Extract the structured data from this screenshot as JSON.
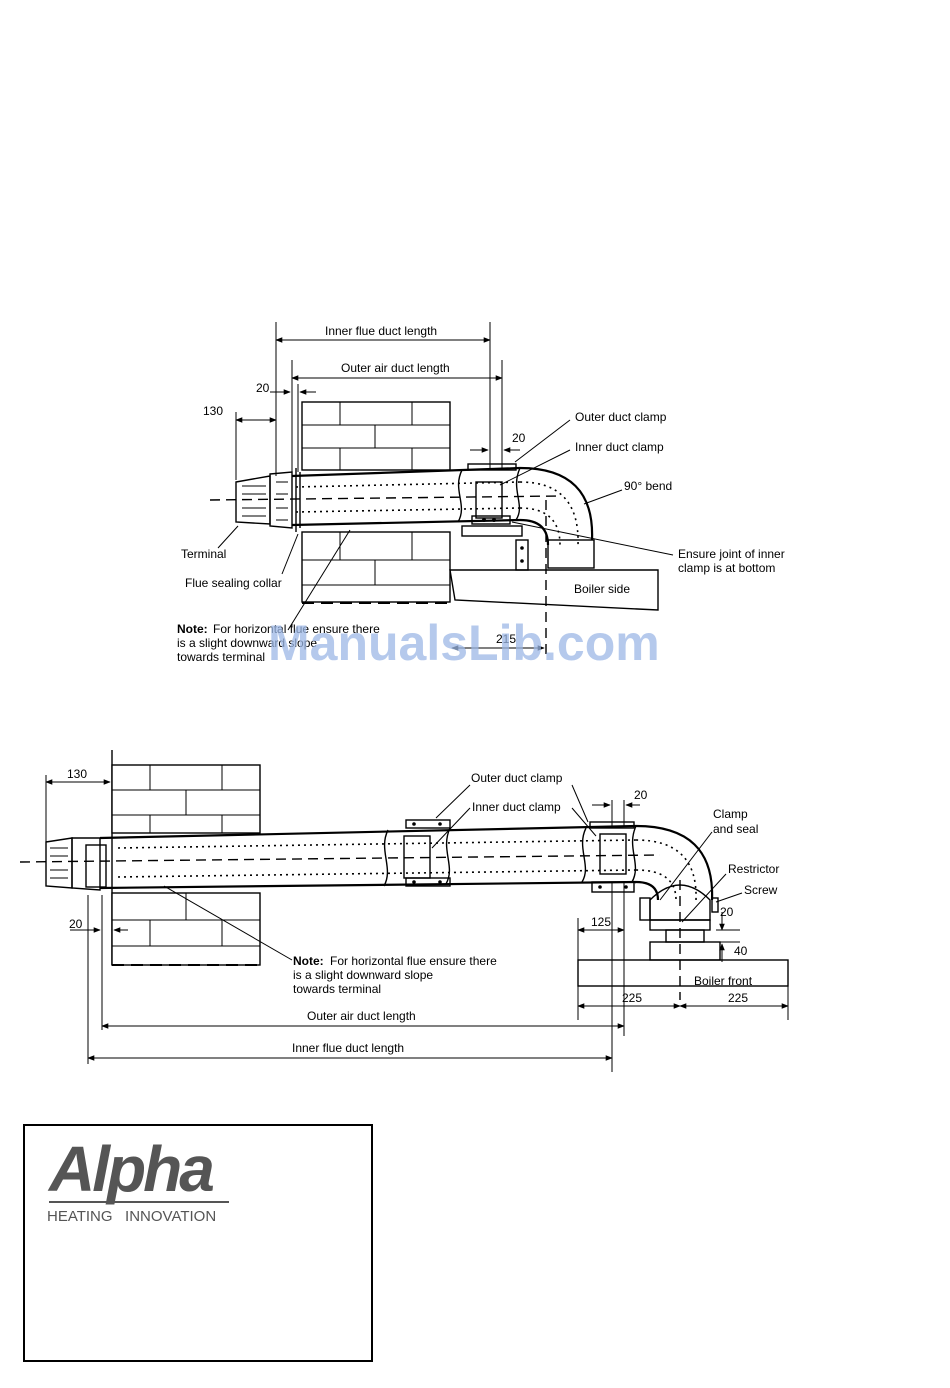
{
  "diagram_top": {
    "inner_flue_duct_length": "Inner flue duct length",
    "outer_air_duct_length": "Outer air duct length",
    "dim_20_left": "20",
    "dim_130": "130",
    "dim_20_right": "20",
    "outer_duct_clamp": "Outer duct clamp",
    "inner_duct_clamp": "Inner duct clamp",
    "bend_90": "90° bend",
    "ensure_joint_line1": "Ensure joint of inner",
    "ensure_joint_line2": "clamp is at bottom",
    "terminal": "Terminal",
    "flue_sealing_collar": "Flue sealing collar",
    "boiler_side": "Boiler side",
    "note_bold": "Note:",
    "note_line1": "For horizontal flue ensure there",
    "note_line2": "is a slight downward slope",
    "note_line3": "towards terminal",
    "dim_215": "215"
  },
  "diagram_bottom": {
    "dim_130": "130",
    "outer_duct_clamp": "Outer duct clamp",
    "inner_duct_clamp": "Inner duct clamp",
    "dim_20_top": "20",
    "clamp_and_seal_line1": "Clamp",
    "clamp_and_seal_line2": "and seal",
    "restrictor": "Restrictor",
    "screw": "Screw",
    "dim_20_left": "20",
    "dim_125": "125",
    "dim_20_right": "20",
    "dim_40": "40",
    "boiler_front": "Boiler front",
    "dim_225_left": "225",
    "dim_225_right": "225",
    "note_bold": "Note:",
    "note_line1": "For horizontal flue ensure there",
    "note_line2": "is a slight downward slope",
    "note_line3": "towards terminal",
    "outer_air_duct_length": "Outer air duct length",
    "inner_flue_duct_length": "Inner flue duct length"
  },
  "watermark": "ManualsLib.com",
  "logo": {
    "brand": "Alpha",
    "tagline": "HEATING   INNOVATION"
  }
}
